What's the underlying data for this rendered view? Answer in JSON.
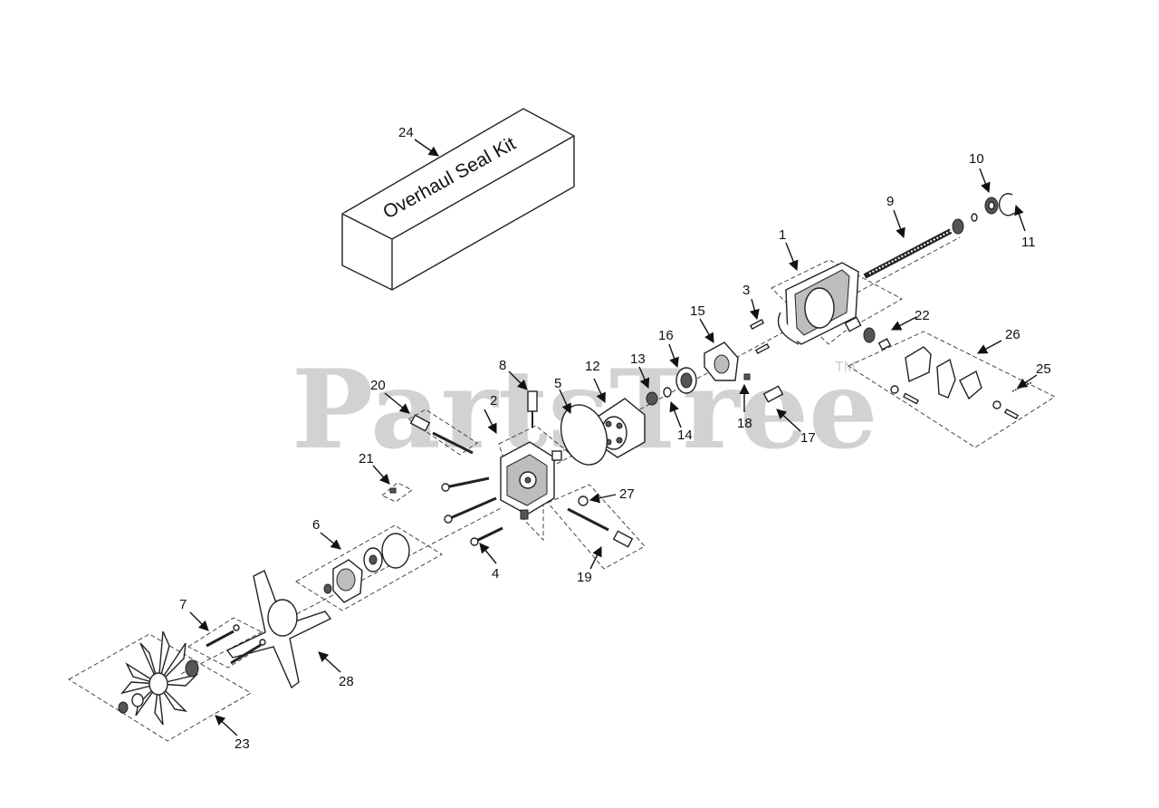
{
  "watermark": {
    "text": "PartsTree",
    "tm": "TM"
  },
  "kit": {
    "number": "24",
    "label": "Overhaul Seal Kit"
  },
  "callouts": [
    {
      "id": "c1",
      "text": "1"
    },
    {
      "id": "c2",
      "text": "2"
    },
    {
      "id": "c3",
      "text": "3"
    },
    {
      "id": "c4",
      "text": "4"
    },
    {
      "id": "c5",
      "text": "5"
    },
    {
      "id": "c6",
      "text": "6"
    },
    {
      "id": "c7",
      "text": "7"
    },
    {
      "id": "c8",
      "text": "8"
    },
    {
      "id": "c9",
      "text": "9"
    },
    {
      "id": "c10",
      "text": "10"
    },
    {
      "id": "c11",
      "text": "11"
    },
    {
      "id": "c12",
      "text": "12"
    },
    {
      "id": "c13",
      "text": "13"
    },
    {
      "id": "c14",
      "text": "14"
    },
    {
      "id": "c15",
      "text": "15"
    },
    {
      "id": "c16",
      "text": "16"
    },
    {
      "id": "c17",
      "text": "17"
    },
    {
      "id": "c18",
      "text": "18"
    },
    {
      "id": "c19",
      "text": "19"
    },
    {
      "id": "c20",
      "text": "20"
    },
    {
      "id": "c21",
      "text": "21"
    },
    {
      "id": "c22",
      "text": "22"
    },
    {
      "id": "c23",
      "text": "23"
    },
    {
      "id": "c25",
      "text": "25"
    },
    {
      "id": "c26",
      "text": "26"
    },
    {
      "id": "c27",
      "text": "27"
    },
    {
      "id": "c28",
      "text": "28"
    }
  ],
  "colors": {
    "ink": "#111111",
    "watermark": "#d2d2d2",
    "background": "#ffffff"
  }
}
